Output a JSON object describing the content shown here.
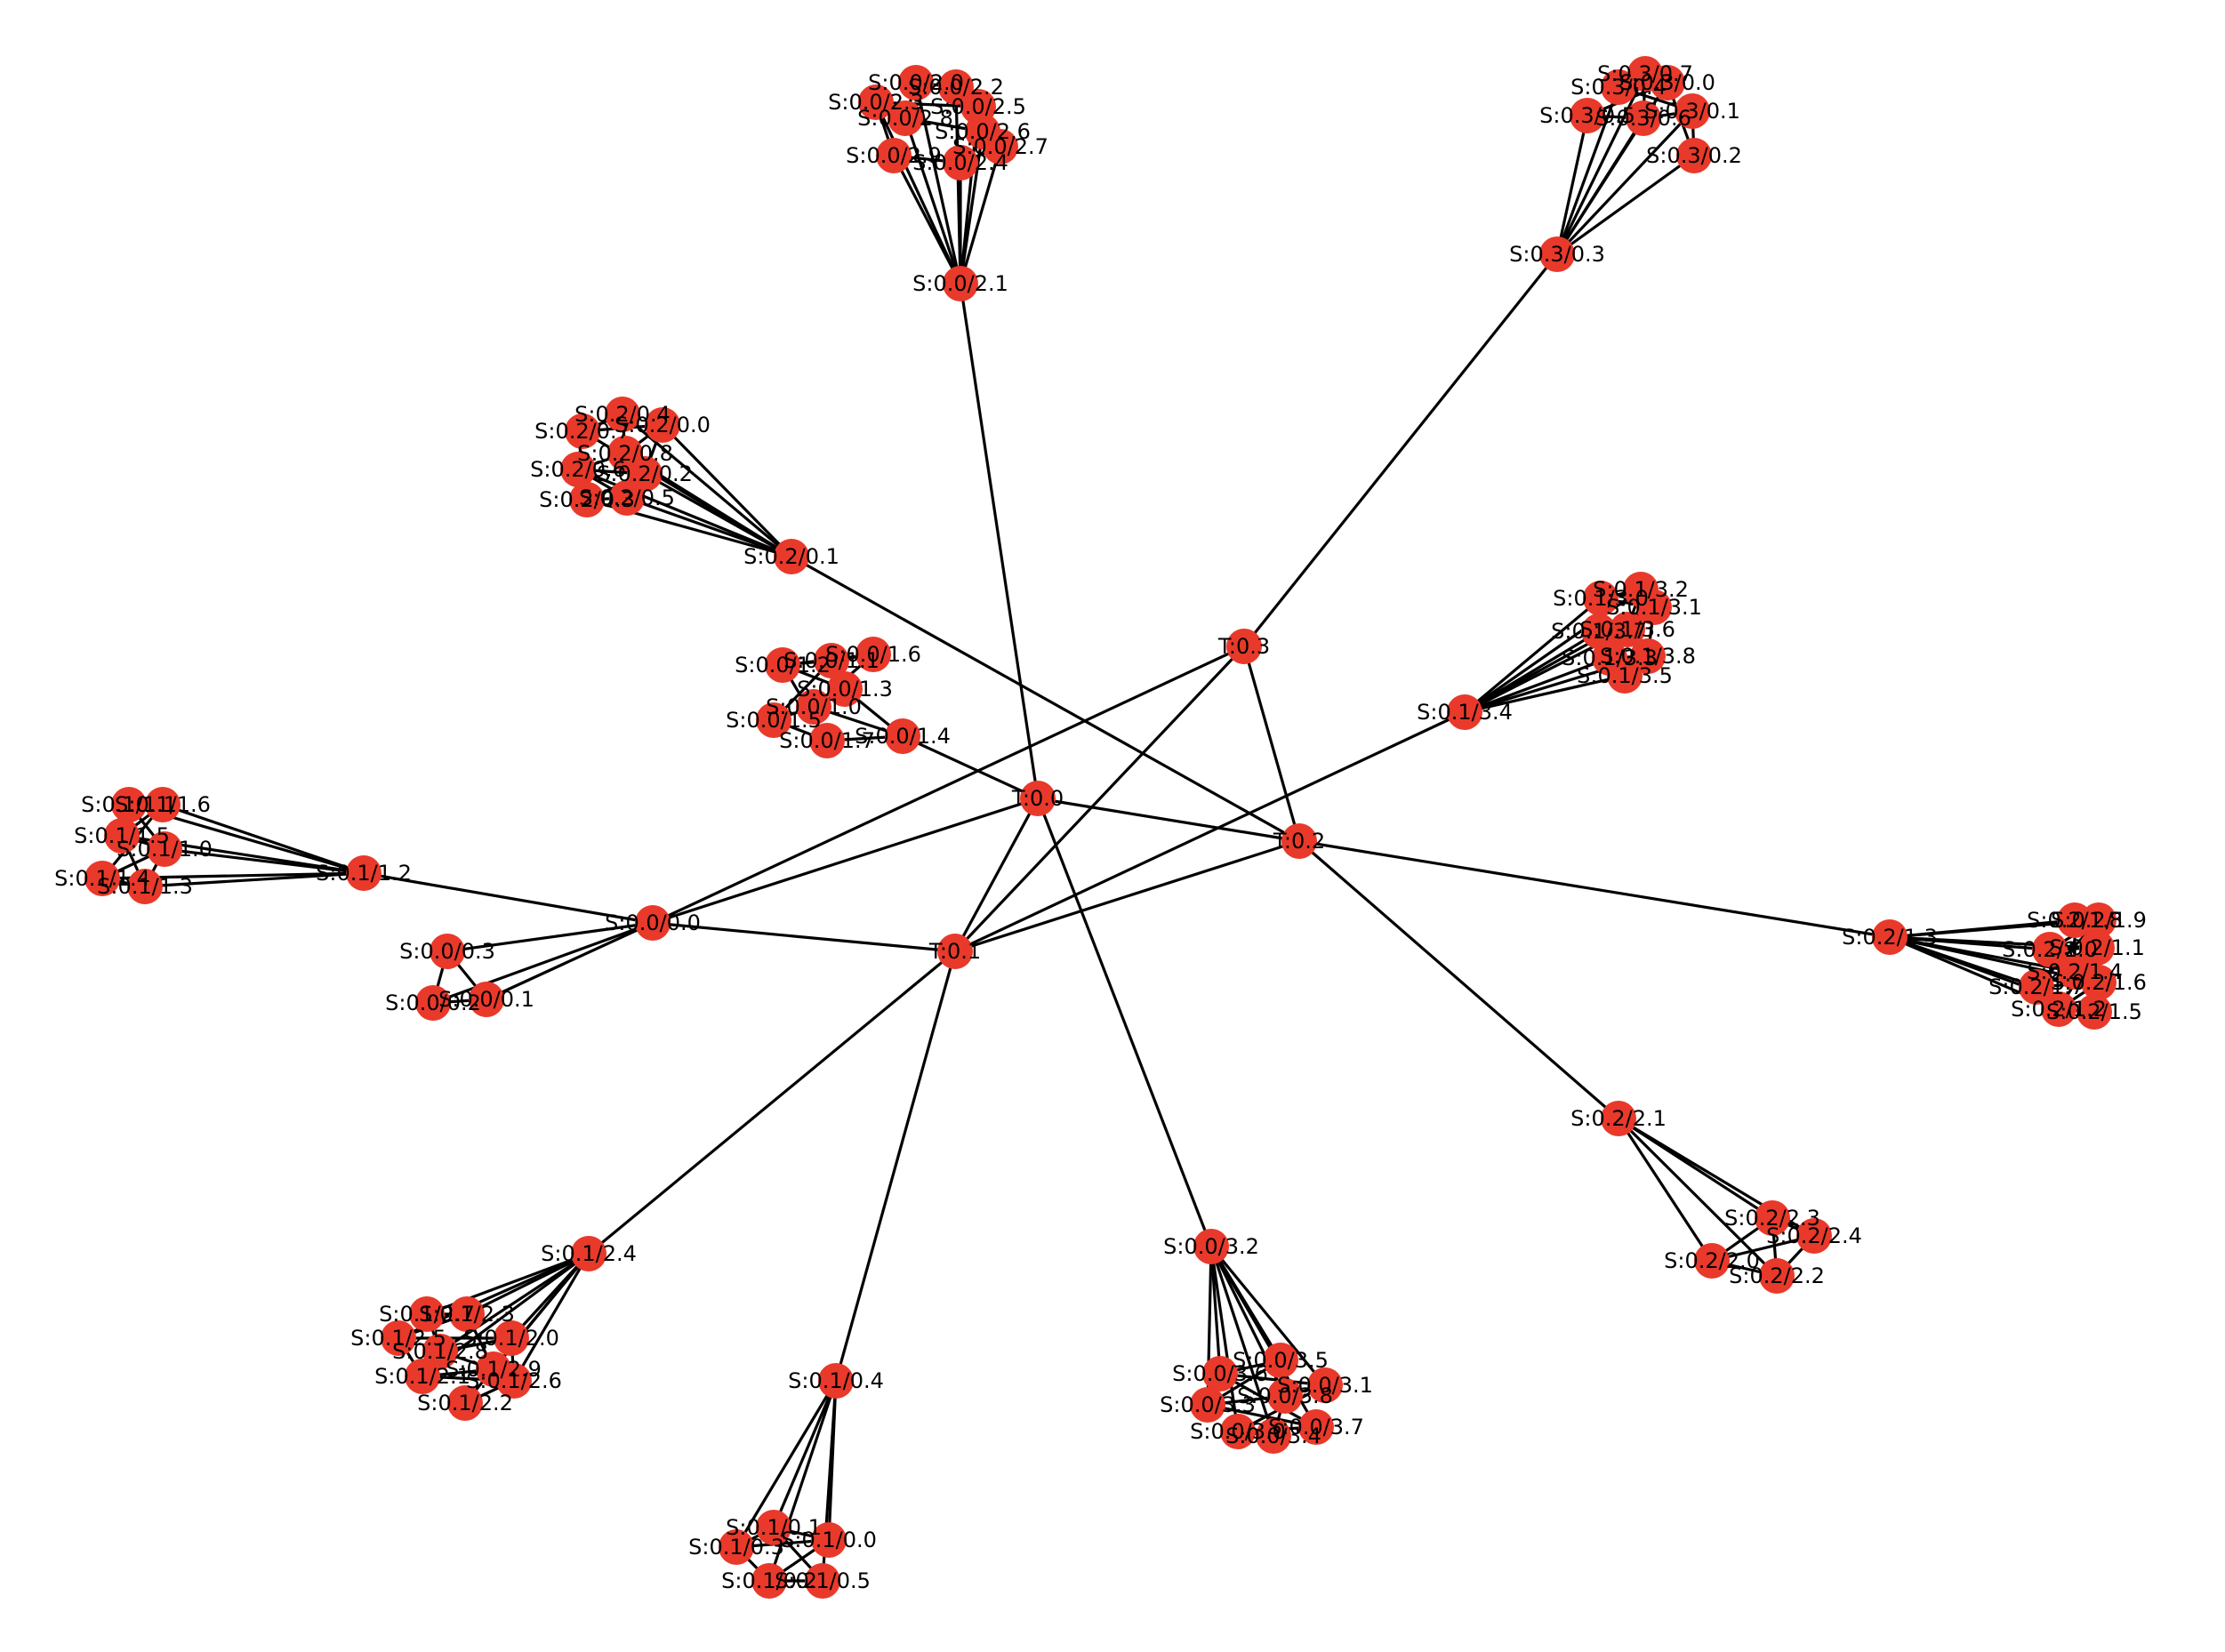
{
  "colors": {
    "node": "#e8392b",
    "edge": "#000000",
    "label": "#000000",
    "background": "#ffffff"
  },
  "graph": {
    "nodes": [
      {
        "id": "T0",
        "label": "T:0.0"
      },
      {
        "id": "T1",
        "label": "T:0.1"
      },
      {
        "id": "T2",
        "label": "T:0.2"
      },
      {
        "id": "T3",
        "label": "T:0.3"
      },
      {
        "id": "A0",
        "label": "S:0.0/2.1"
      },
      {
        "id": "A1",
        "label": "S:0.0/2.0"
      },
      {
        "id": "A2",
        "label": "S:0.0/2.2"
      },
      {
        "id": "A3",
        "label": "S:0.0/2.5"
      },
      {
        "id": "A4",
        "label": "S:0.0/2.3"
      },
      {
        "id": "A5",
        "label": "S:0.0/2.8"
      },
      {
        "id": "A6",
        "label": "S:0.0/2.6"
      },
      {
        "id": "A7",
        "label": "S:0.0/2.7"
      },
      {
        "id": "A8",
        "label": "S:0.0/2.9"
      },
      {
        "id": "A9",
        "label": "S:0.0/2.4"
      },
      {
        "id": "B0",
        "label": "S:0.3/0.3"
      },
      {
        "id": "B1",
        "label": "S:0.3/0.7"
      },
      {
        "id": "B2",
        "label": "S:0.3/0.4"
      },
      {
        "id": "B3",
        "label": "S:0.3/0.0"
      },
      {
        "id": "B4",
        "label": "S:0.3/0.5"
      },
      {
        "id": "B5",
        "label": "S:0.3/0.6"
      },
      {
        "id": "B6",
        "label": "S:0.3/0.1"
      },
      {
        "id": "B7",
        "label": "S:0.3/0.2"
      },
      {
        "id": "C0",
        "label": "S:0.2/0.1"
      },
      {
        "id": "C1",
        "label": "S:0.2/0.4"
      },
      {
        "id": "C2",
        "label": "S:0.2/0.7"
      },
      {
        "id": "C3",
        "label": "S:0.2/0.0"
      },
      {
        "id": "C4",
        "label": "S:0.2/0.8"
      },
      {
        "id": "C5",
        "label": "S:0.2/0.6"
      },
      {
        "id": "C6",
        "label": "S:0.2/0.2"
      },
      {
        "id": "C7",
        "label": "S:0.2/0.3"
      },
      {
        "id": "C8",
        "label": "S:0.2/0.5"
      },
      {
        "id": "D0",
        "label": "S:0.1/3.4"
      },
      {
        "id": "D1",
        "label": "S:0.1/3.2"
      },
      {
        "id": "D2",
        "label": "S:0.1/3.0"
      },
      {
        "id": "D3",
        "label": "S:0.1/3.1"
      },
      {
        "id": "D4",
        "label": "S:0.1/3.7"
      },
      {
        "id": "D5",
        "label": "S:0.1/3.6"
      },
      {
        "id": "D6",
        "label": "S:0.1/3.3"
      },
      {
        "id": "D7",
        "label": "S:0.1/3.8"
      },
      {
        "id": "D8",
        "label": "S:0.1/3.5"
      },
      {
        "id": "E1",
        "label": "S:0.0/1.6"
      },
      {
        "id": "E2",
        "label": "S:0.0/1.1"
      },
      {
        "id": "E3",
        "label": "S:0.0/1.2"
      },
      {
        "id": "E4",
        "label": "S:0.0/1.3"
      },
      {
        "id": "E5",
        "label": "S:0.0/1.0"
      },
      {
        "id": "E6",
        "label": "S:0.0/1.5"
      },
      {
        "id": "E7",
        "label": "S:0.0/1.7"
      },
      {
        "id": "E8",
        "label": "S:0.0/1.4"
      },
      {
        "id": "F0",
        "label": "S:0.1/1.2"
      },
      {
        "id": "F1",
        "label": "S:0.1/1.1"
      },
      {
        "id": "F2",
        "label": "S:0.1/1.6"
      },
      {
        "id": "F3",
        "label": "S:0.1/1.5"
      },
      {
        "id": "F4",
        "label": "S:0.1/1.0"
      },
      {
        "id": "F5",
        "label": "S:0.1/1.4"
      },
      {
        "id": "F6",
        "label": "S:0.1/1.3"
      },
      {
        "id": "G0",
        "label": "S:0.0/0.0"
      },
      {
        "id": "G1",
        "label": "S:0.0/0.3"
      },
      {
        "id": "G2",
        "label": "S:0.0/0.2"
      },
      {
        "id": "G3",
        "label": "S:0.0/0.1"
      },
      {
        "id": "H0",
        "label": "S:0.2/1.3"
      },
      {
        "id": "H1",
        "label": "S:0.2/1.8"
      },
      {
        "id": "H2",
        "label": "S:0.2/1.9"
      },
      {
        "id": "H3",
        "label": "S:0.2/1.0"
      },
      {
        "id": "H4",
        "label": "S:0.2/1.1"
      },
      {
        "id": "H5",
        "label": "S:0.2/1.4"
      },
      {
        "id": "H6",
        "label": "S:0.2/1.7"
      },
      {
        "id": "H7",
        "label": "S:0.2/1.6"
      },
      {
        "id": "H8",
        "label": "S:0.2/1.2"
      },
      {
        "id": "H9",
        "label": "S:0.2/1.5"
      },
      {
        "id": "I0",
        "label": "S:0.2/2.1"
      },
      {
        "id": "I1",
        "label": "S:0.2/2.3"
      },
      {
        "id": "I2",
        "label": "S:0.2/2.4"
      },
      {
        "id": "I3",
        "label": "S:0.2/2.0"
      },
      {
        "id": "I4",
        "label": "S:0.2/2.2"
      },
      {
        "id": "J0",
        "label": "S:0.1/2.4"
      },
      {
        "id": "J1",
        "label": "S:0.1/2.7"
      },
      {
        "id": "J2",
        "label": "S:0.1/2.3"
      },
      {
        "id": "J3",
        "label": "S:0.1/2.5"
      },
      {
        "id": "J4",
        "label": "S:0.1/2.0"
      },
      {
        "id": "J5",
        "label": "S:0.1/2.8"
      },
      {
        "id": "J6",
        "label": "S:0.1/2.9"
      },
      {
        "id": "J7",
        "label": "S:0.1/2.1"
      },
      {
        "id": "J8",
        "label": "S:0.1/2.6"
      },
      {
        "id": "J9",
        "label": "S:0.1/2.2"
      },
      {
        "id": "K0",
        "label": "S:0.1/0.4"
      },
      {
        "id": "K1",
        "label": "S:0.1/0.1"
      },
      {
        "id": "K2",
        "label": "S:0.1/0.3"
      },
      {
        "id": "K3",
        "label": "S:0.1/0.0"
      },
      {
        "id": "K4",
        "label": "S:0.1/0.2"
      },
      {
        "id": "K5",
        "label": "S:0.1/0.5"
      },
      {
        "id": "L0",
        "label": "S:0.0/3.2"
      },
      {
        "id": "L1",
        "label": "S:0.0/3.5"
      },
      {
        "id": "L2",
        "label": "S:0.0/3.6"
      },
      {
        "id": "L3",
        "label": "S:0.0/3.1"
      },
      {
        "id": "L4",
        "label": "S:0.0/3.8"
      },
      {
        "id": "L5",
        "label": "S:0.0/3.3"
      },
      {
        "id": "L6",
        "label": "S:0.0/3.7"
      },
      {
        "id": "L7",
        "label": "S:0.0/3.0"
      },
      {
        "id": "L8",
        "label": "S:0.0/3.4"
      }
    ],
    "edges": [
      [
        "T0",
        "T1"
      ],
      [
        "T0",
        "T2"
      ],
      [
        "T0",
        "A0"
      ],
      [
        "T0",
        "L0"
      ],
      [
        "T0",
        "E8"
      ],
      [
        "T0",
        "G0"
      ],
      [
        "T3",
        "T1"
      ],
      [
        "T3",
        "T2"
      ],
      [
        "T3",
        "G0"
      ],
      [
        "T3",
        "B0"
      ],
      [
        "T1",
        "G0"
      ],
      [
        "T1",
        "D0"
      ],
      [
        "T1",
        "T2"
      ],
      [
        "T1",
        "J0"
      ],
      [
        "T1",
        "K0"
      ],
      [
        "T2",
        "C0"
      ],
      [
        "T2",
        "H0"
      ],
      [
        "T2",
        "I0"
      ],
      [
        "G0",
        "F0"
      ],
      [
        "G0",
        "G1"
      ],
      [
        "G0",
        "G2"
      ],
      [
        "G0",
        "G3"
      ],
      [
        "G1",
        "G2"
      ],
      [
        "G1",
        "G3"
      ],
      [
        "G2",
        "G3"
      ],
      [
        "A0",
        "A1"
      ],
      [
        "A0",
        "A2"
      ],
      [
        "A0",
        "A3"
      ],
      [
        "A0",
        "A4"
      ],
      [
        "A0",
        "A5"
      ],
      [
        "A0",
        "A6"
      ],
      [
        "A0",
        "A7"
      ],
      [
        "A0",
        "A8"
      ],
      [
        "A0",
        "A9"
      ],
      [
        "B0",
        "B1"
      ],
      [
        "B0",
        "B2"
      ],
      [
        "B0",
        "B3"
      ],
      [
        "B0",
        "B4"
      ],
      [
        "B0",
        "B5"
      ],
      [
        "B0",
        "B6"
      ],
      [
        "B0",
        "B7"
      ],
      [
        "C0",
        "C1"
      ],
      [
        "C0",
        "C2"
      ],
      [
        "C0",
        "C3"
      ],
      [
        "C0",
        "C4"
      ],
      [
        "C0",
        "C5"
      ],
      [
        "C0",
        "C6"
      ],
      [
        "C0",
        "C7"
      ],
      [
        "C0",
        "C8"
      ],
      [
        "D0",
        "D1"
      ],
      [
        "D0",
        "D2"
      ],
      [
        "D0",
        "D3"
      ],
      [
        "D0",
        "D4"
      ],
      [
        "D0",
        "D5"
      ],
      [
        "D0",
        "D6"
      ],
      [
        "D0",
        "D7"
      ],
      [
        "D0",
        "D8"
      ],
      [
        "F0",
        "F1"
      ],
      [
        "F0",
        "F2"
      ],
      [
        "F0",
        "F3"
      ],
      [
        "F0",
        "F4"
      ],
      [
        "F0",
        "F5"
      ],
      [
        "F0",
        "F6"
      ],
      [
        "H0",
        "H1"
      ],
      [
        "H0",
        "H2"
      ],
      [
        "H0",
        "H3"
      ],
      [
        "H0",
        "H4"
      ],
      [
        "H0",
        "H5"
      ],
      [
        "H0",
        "H6"
      ],
      [
        "H0",
        "H7"
      ],
      [
        "H0",
        "H8"
      ],
      [
        "H0",
        "H9"
      ],
      [
        "I0",
        "I1"
      ],
      [
        "I0",
        "I2"
      ],
      [
        "I0",
        "I3"
      ],
      [
        "I0",
        "I4"
      ],
      [
        "I1",
        "I2"
      ],
      [
        "I1",
        "I3"
      ],
      [
        "I1",
        "I4"
      ],
      [
        "I2",
        "I3"
      ],
      [
        "I2",
        "I4"
      ],
      [
        "I3",
        "I4"
      ],
      [
        "J0",
        "J1"
      ],
      [
        "J0",
        "J2"
      ],
      [
        "J0",
        "J3"
      ],
      [
        "J0",
        "J4"
      ],
      [
        "J0",
        "J5"
      ],
      [
        "J0",
        "J6"
      ],
      [
        "J0",
        "J7"
      ],
      [
        "J0",
        "J8"
      ],
      [
        "J0",
        "J9"
      ],
      [
        "K0",
        "K1"
      ],
      [
        "K0",
        "K2"
      ],
      [
        "K0",
        "K3"
      ],
      [
        "K0",
        "K4"
      ],
      [
        "K0",
        "K5"
      ],
      [
        "L0",
        "L1"
      ],
      [
        "L0",
        "L2"
      ],
      [
        "L0",
        "L3"
      ],
      [
        "L0",
        "L4"
      ],
      [
        "L0",
        "L5"
      ],
      [
        "L0",
        "L6"
      ],
      [
        "L0",
        "L7"
      ],
      [
        "L0",
        "L8"
      ],
      [
        "A1",
        "A2"
      ],
      [
        "A2",
        "A3"
      ],
      [
        "A3",
        "A4"
      ],
      [
        "A4",
        "A5"
      ],
      [
        "A5",
        "A6"
      ],
      [
        "A6",
        "A7"
      ],
      [
        "A7",
        "A9"
      ],
      [
        "A8",
        "A9"
      ],
      [
        "A1",
        "A5"
      ],
      [
        "A2",
        "A6"
      ],
      [
        "A4",
        "A8"
      ],
      [
        "A3",
        "A7"
      ],
      [
        "B1",
        "B2"
      ],
      [
        "B2",
        "B3"
      ],
      [
        "B3",
        "B4"
      ],
      [
        "B4",
        "B5"
      ],
      [
        "B5",
        "B6"
      ],
      [
        "B6",
        "B7"
      ],
      [
        "B1",
        "B5"
      ],
      [
        "B2",
        "B6"
      ],
      [
        "B3",
        "B7"
      ],
      [
        "C1",
        "C2"
      ],
      [
        "C2",
        "C3"
      ],
      [
        "C3",
        "C4"
      ],
      [
        "C4",
        "C5"
      ],
      [
        "C5",
        "C6"
      ],
      [
        "C6",
        "C7"
      ],
      [
        "C7",
        "C8"
      ],
      [
        "C1",
        "C4"
      ],
      [
        "C2",
        "C5"
      ],
      [
        "C3",
        "C6"
      ],
      [
        "C5",
        "C8"
      ],
      [
        "D1",
        "D2"
      ],
      [
        "D2",
        "D3"
      ],
      [
        "D3",
        "D4"
      ],
      [
        "D4",
        "D5"
      ],
      [
        "D5",
        "D6"
      ],
      [
        "D6",
        "D7"
      ],
      [
        "D7",
        "D8"
      ],
      [
        "D1",
        "D5"
      ],
      [
        "D2",
        "D6"
      ],
      [
        "D3",
        "D7"
      ],
      [
        "D4",
        "D8"
      ],
      [
        "E1",
        "E2"
      ],
      [
        "E2",
        "E3"
      ],
      [
        "E3",
        "E4"
      ],
      [
        "E4",
        "E5"
      ],
      [
        "E5",
        "E6"
      ],
      [
        "E6",
        "E7"
      ],
      [
        "E7",
        "E8"
      ],
      [
        "E1",
        "E5"
      ],
      [
        "E2",
        "E6"
      ],
      [
        "E3",
        "E7"
      ],
      [
        "E4",
        "E8"
      ],
      [
        "E1",
        "E3"
      ],
      [
        "E5",
        "E8"
      ],
      [
        "F1",
        "F2"
      ],
      [
        "F2",
        "F3"
      ],
      [
        "F3",
        "F4"
      ],
      [
        "F4",
        "F5"
      ],
      [
        "F5",
        "F6"
      ],
      [
        "F1",
        "F4"
      ],
      [
        "F2",
        "F5"
      ],
      [
        "F3",
        "F6"
      ],
      [
        "F1",
        "F3"
      ],
      [
        "F4",
        "F6"
      ],
      [
        "H1",
        "H2"
      ],
      [
        "H2",
        "H3"
      ],
      [
        "H3",
        "H4"
      ],
      [
        "H4",
        "H5"
      ],
      [
        "H5",
        "H6"
      ],
      [
        "H6",
        "H7"
      ],
      [
        "H7",
        "H8"
      ],
      [
        "H8",
        "H9"
      ],
      [
        "H1",
        "H5"
      ],
      [
        "H2",
        "H6"
      ],
      [
        "H3",
        "H7"
      ],
      [
        "H4",
        "H8"
      ],
      [
        "J1",
        "J2"
      ],
      [
        "J2",
        "J3"
      ],
      [
        "J3",
        "J4"
      ],
      [
        "J4",
        "J5"
      ],
      [
        "J5",
        "J6"
      ],
      [
        "J6",
        "J7"
      ],
      [
        "J7",
        "J8"
      ],
      [
        "J8",
        "J9"
      ],
      [
        "J1",
        "J5"
      ],
      [
        "J2",
        "J6"
      ],
      [
        "J3",
        "J7"
      ],
      [
        "J4",
        "J8"
      ],
      [
        "K1",
        "K2"
      ],
      [
        "K2",
        "K3"
      ],
      [
        "K3",
        "K4"
      ],
      [
        "K4",
        "K5"
      ],
      [
        "K1",
        "K3"
      ],
      [
        "K2",
        "K4"
      ],
      [
        "K1",
        "K5"
      ],
      [
        "L1",
        "L2"
      ],
      [
        "L2",
        "L3"
      ],
      [
        "L3",
        "L4"
      ],
      [
        "L4",
        "L5"
      ],
      [
        "L5",
        "L6"
      ],
      [
        "L6",
        "L7"
      ],
      [
        "L7",
        "L8"
      ],
      [
        "L1",
        "L5"
      ],
      [
        "L2",
        "L6"
      ],
      [
        "L3",
        "L7"
      ],
      [
        "L4",
        "L8"
      ]
    ]
  }
}
